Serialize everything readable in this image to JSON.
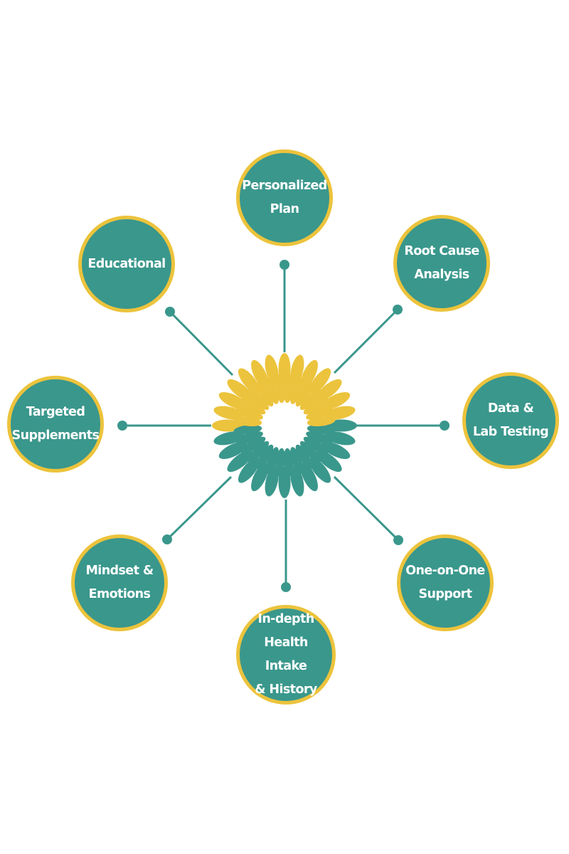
{
  "colors": {
    "teal": "#3a978c",
    "gold": "#ecc33c",
    "connector": "#3a978c",
    "text": "#ffffff"
  },
  "center_icon": "sunflower-burst-icon",
  "nodes": [
    {
      "id": "personalized-plan",
      "lines": [
        "Personalized",
        "Plan"
      ]
    },
    {
      "id": "root-cause-analysis",
      "lines": [
        "Root Cause",
        "Analysis"
      ]
    },
    {
      "id": "data-lab-testing",
      "lines": [
        "Data &",
        "Lab Testing"
      ]
    },
    {
      "id": "one-on-one-support",
      "lines": [
        "One-on-One",
        "Support"
      ]
    },
    {
      "id": "health-intake-history",
      "lines": [
        "In-depth",
        "Health Intake",
        "& History"
      ]
    },
    {
      "id": "mindset-emotions",
      "lines": [
        "Mindset &",
        "Emotions"
      ]
    },
    {
      "id": "targeted-supplements",
      "lines": [
        "Targeted",
        "Supplements"
      ]
    },
    {
      "id": "educational",
      "lines": [
        "Educational"
      ]
    }
  ]
}
